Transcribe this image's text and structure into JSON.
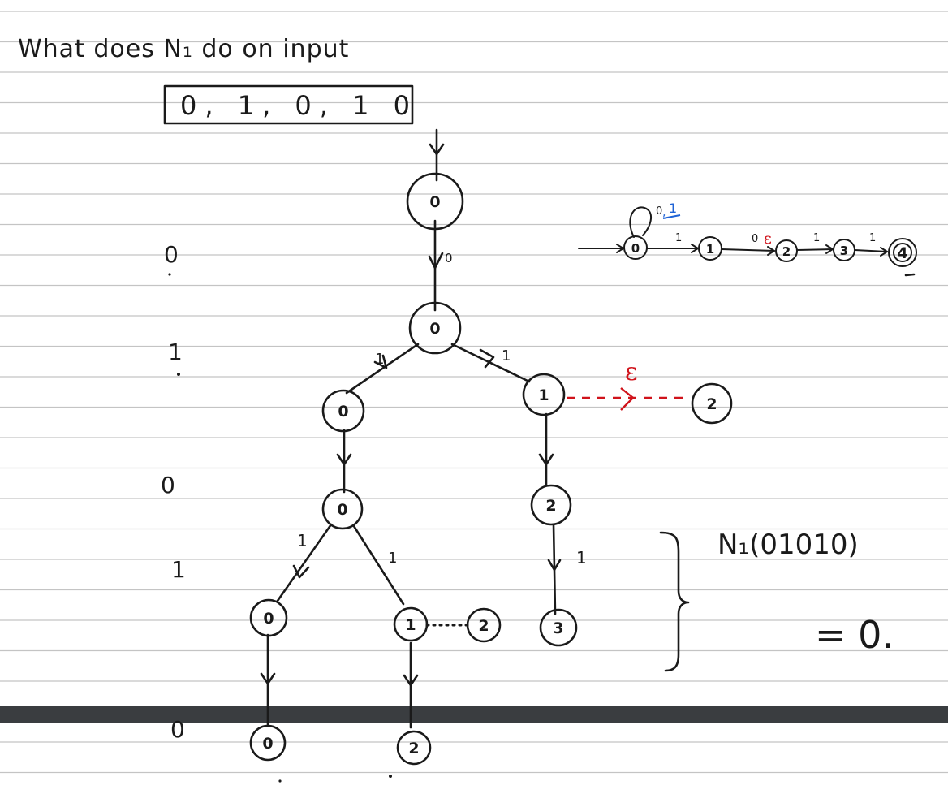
{
  "question": "What does N₁ do on input",
  "input_string": "0, 1, 0, 1 0",
  "symbol_column": [
    "0",
    "1",
    "0",
    "1",
    "0"
  ],
  "tree": {
    "nodes": [
      {
        "label": "0"
      },
      {
        "label": "0"
      },
      {
        "label": "0"
      },
      {
        "label": "1"
      },
      {
        "label": "2"
      },
      {
        "label": "0"
      },
      {
        "label": "2"
      },
      {
        "label": "0"
      },
      {
        "label": "1"
      },
      {
        "label": "2"
      },
      {
        "label": "3"
      },
      {
        "label": "0"
      },
      {
        "label": "2"
      }
    ],
    "edge_labels": [
      "0",
      "1",
      "1",
      "ε",
      "1",
      "1",
      "1"
    ]
  },
  "nfa": {
    "states": [
      "0",
      "1",
      "2",
      "3",
      "4"
    ],
    "accept_state": "4",
    "self_loop_label": [
      "0",
      ",",
      "1"
    ],
    "transitions": [
      {
        "from": "0",
        "to": "1",
        "label": "1"
      },
      {
        "from": "1",
        "to": "2",
        "label": "0",
        "label_eps": "ε"
      },
      {
        "from": "2",
        "to": "3",
        "label": "1"
      },
      {
        "from": "3",
        "to": "4",
        "label": "1"
      }
    ]
  },
  "result": {
    "lhs": "N₁(01010)",
    "rhs": "= 0."
  },
  "colors": {
    "ink": "#1a1a1a",
    "epsilon": "#d0131b",
    "blue": "#1f63d6",
    "ruled_line": "#c4c4c4",
    "dark_band": "#3a3d40"
  }
}
